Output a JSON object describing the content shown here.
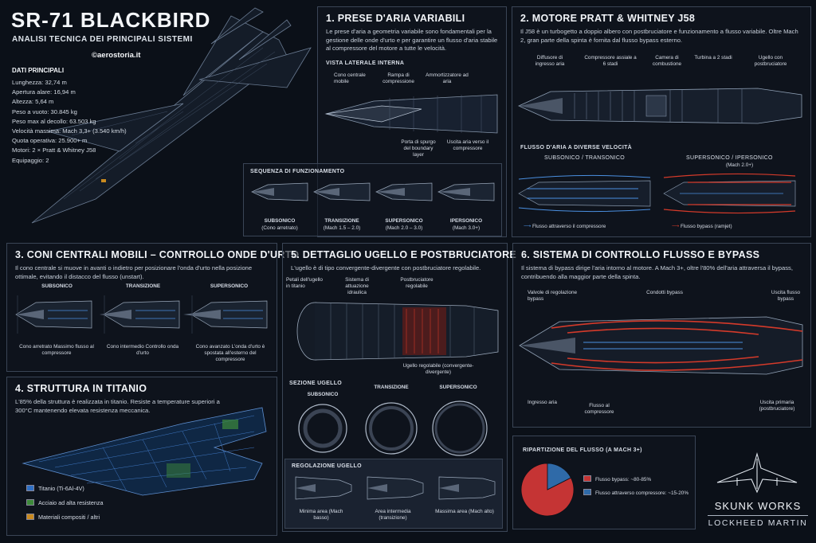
{
  "header": {
    "title": "SR-71 BLACKBIRD",
    "subtitle": "ANALISI TECNICA DEI PRINCIPALI SISTEMI",
    "site": "©aerostoria.it"
  },
  "specs": {
    "heading": "DATI PRINCIPALI",
    "items": [
      "Lunghezza: 32,74 m",
      "Apertura alare: 16,94 m",
      "Altezza: 5,64 m",
      "Peso a vuoto: 30.845 kg",
      "Peso max al decollo: 63.503 kg",
      "Velocità massima: Mach 3,3+ (3.540 km/h)",
      "Quota operativa: 25.900+ m",
      "Motori: 2 × Pratt & Whitney J58",
      "Equipaggio: 2"
    ]
  },
  "p1": {
    "title": "1. PRESE D'ARIA VARIABILI",
    "desc": "Le prese d'aria a geometria variabile sono fondamentali per la gestione delle onde d'urto e per garantire un flusso d'aria stabile al compressore del motore a tutte le velocità.",
    "view_title": "VISTA LATERALE INTERNA",
    "labels": [
      "Cono centrale mobile",
      "Rampa di compressione",
      "Ammortizzatore ad aria",
      "Porta di spurgo del boundary layer",
      "Uscita aria verso il compressore"
    ],
    "seq_title": "SEQUENZA DI FUNZIONAMENTO",
    "seq": [
      {
        "name": "SUBSONICO",
        "note": "(Cono arretrato)"
      },
      {
        "name": "TRANSIZIONE",
        "note": "(Mach 1.5 – 2.0)"
      },
      {
        "name": "SUPERSONICO",
        "note": "(Mach 2.0 – 3.0)"
      },
      {
        "name": "IPERSONICO",
        "note": "(Mach 3.0+)"
      }
    ]
  },
  "p2": {
    "title": "2. MOTORE PRATT & WHITNEY J58",
    "desc": "Il J58 è un turbogetto a doppio albero con postbruciatore e funzionamento a flusso variabile. Oltre Mach 2, gran parte della spinta è fornita dal flusso bypass esterno.",
    "labels": [
      "Diffusore di ingresso aria",
      "Compressore assiale a 6 stadi",
      "Camera di combustione",
      "Turbina a 2 stadi",
      "Ugello con postbruciatore"
    ],
    "flow_title": "FLUSSO D'ARIA A DIVERSE VELOCITÀ",
    "modes": [
      "SUBSONICO / TRANSONICO",
      "SUPERSONICO / IPERSONICO"
    ],
    "mode_note": "(Mach 2.0+)",
    "legend": [
      "Flusso attraverso il compressore",
      "Flusso bypass (ramjet)"
    ]
  },
  "p3": {
    "title": "3. CONI CENTRALI MOBILI – CONTROLLO ONDE D'URTO",
    "desc": "Il cono centrale si muove in avanti o indietro per posizionare l'onda d'urto nella posizione ottimale, evitando il distacco del flusso (unstart).",
    "modes": [
      "SUBSONICO",
      "TRANSIZIONE",
      "SUPERSONICO"
    ],
    "captions": [
      "Cono arretrato Massimo flusso al compressore",
      "Cono intermedio Controllo onda d'urto",
      "Cono avanzato L'onda d'urto è spostata all'esterno del compressore"
    ]
  },
  "p4": {
    "title": "4. STRUTTURA IN TITANIO",
    "desc": "L'85% della struttura è realizzata in titanio. Resiste a temperature superiori a 300°C mantenendo elevata resistenza meccanica.",
    "legend": [
      {
        "label": "Titanio (Ti-6Al-4V)",
        "color": "#2f6fc4"
      },
      {
        "label": "Acciaio ad alta resistenza",
        "color": "#3d8a3a"
      },
      {
        "label": "Materiali compositi / altri",
        "color": "#c98a1f"
      }
    ]
  },
  "p5": {
    "title": "5. DETTAGLIO UGELLO E POSTBRUCIATORE",
    "desc": "L'ugello è di tipo convergente-divergente con postbruciatore regolabile.",
    "labels": [
      "Petali dell'ugello in titanio",
      "Sistema di attuazione idraulica",
      "Postbruciatore regolabile",
      "Ugello regolabile (convergente-divergente)"
    ],
    "section_title": "SEZIONE UGELLO",
    "sections": [
      "SUBSONICO",
      "TRANSIZIONE",
      "SUPERSONICO"
    ],
    "reg_title": "REGOLAZIONE UGELLO",
    "reg": [
      "Minima area (Mach basso)",
      "Area intermedia (transizione)",
      "Massima area (Mach alto)"
    ]
  },
  "p6": {
    "title": "6. SISTEMA DI CONTROLLO FLUSSO E BYPASS",
    "desc": "Il sistema di bypass dirige l'aria intorno al motore. A Mach 3+, oltre l'80% dell'aria attraversa il bypass, contribuendo alla maggior parte della spinta.",
    "labels": [
      "Valvole di regolazione bypass",
      "Condotti bypass",
      "Uscita flusso bypass",
      "Ingresso aria",
      "Flusso al compressore",
      "Uscita primaria (postbruciatore)"
    ]
  },
  "pie": {
    "title": "RIPARTIZIONE DEL FLUSSO (A MACH 3+)",
    "legend": [
      "Flusso bypass: ~80-85%",
      "Flusso attraverso compressore: ~15-20%"
    ]
  },
  "chart_data": {
    "type": "pie",
    "title": "RIPARTIZIONE DEL FLUSSO (A MACH 3+)",
    "slices": [
      {
        "label": "Flusso bypass: ~80-85%",
        "value": 82.5,
        "color": "#c53434"
      },
      {
        "label": "Flusso attraverso compressore: ~15-20%",
        "value": 17.5,
        "color": "#2f6aa8"
      }
    ]
  },
  "brand": {
    "line1": "SKUNK WORKS",
    "line2": "LOCKHEED MARTIN"
  },
  "colors": {
    "accent_blue": "#4a8fe0",
    "accent_red": "#d43a2a",
    "panel_border": "#3a4556"
  }
}
